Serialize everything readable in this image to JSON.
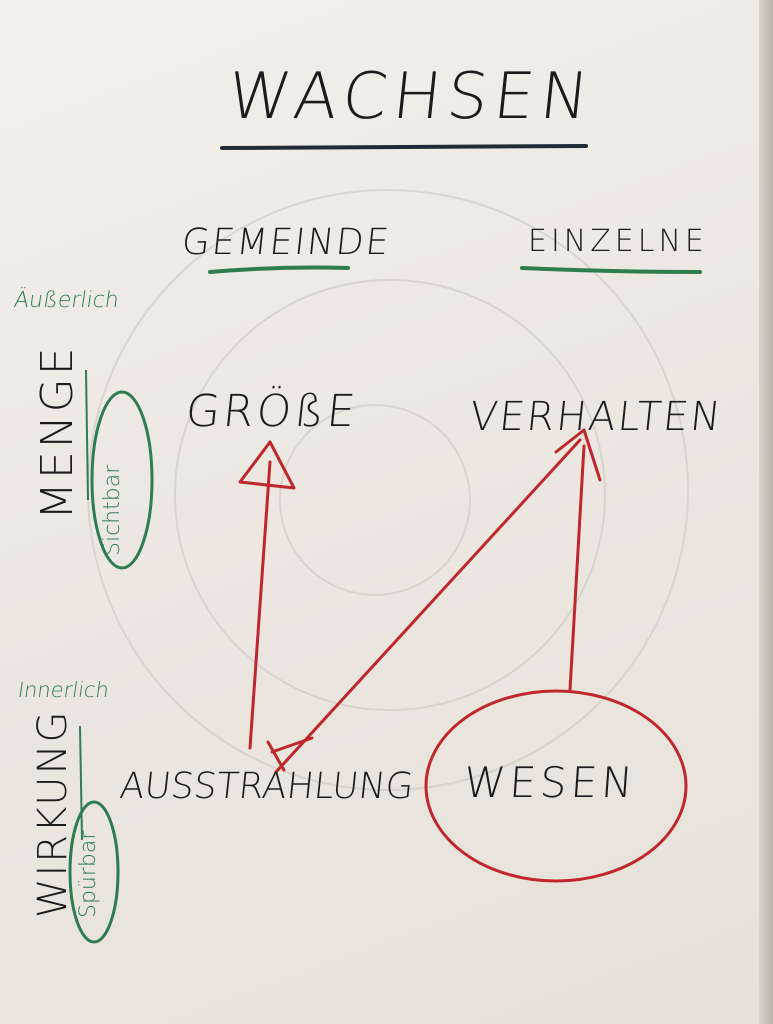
{
  "title": "WACHSEN",
  "columns": {
    "left": "GEMEINDE",
    "right": "EINZELNE"
  },
  "rows": {
    "outer": "Äußerlich",
    "inner": "Innerlich"
  },
  "side_labels": {
    "outer_main": "MENGE",
    "outer_circled": "Sichtbar",
    "inner_main": "WIRKUNG",
    "inner_circled": "Spürbar"
  },
  "cells": {
    "outer_left": "GRÖßE",
    "outer_right": "VERHALTEN",
    "inner_left": "AUSSTRAHLUNG",
    "inner_right": "WESEN"
  },
  "colors": {
    "ink_black": "#1b1b1b",
    "ink_green": "#2e7d4f",
    "ink_red": "#c0272d",
    "paper": "#efebe4"
  }
}
